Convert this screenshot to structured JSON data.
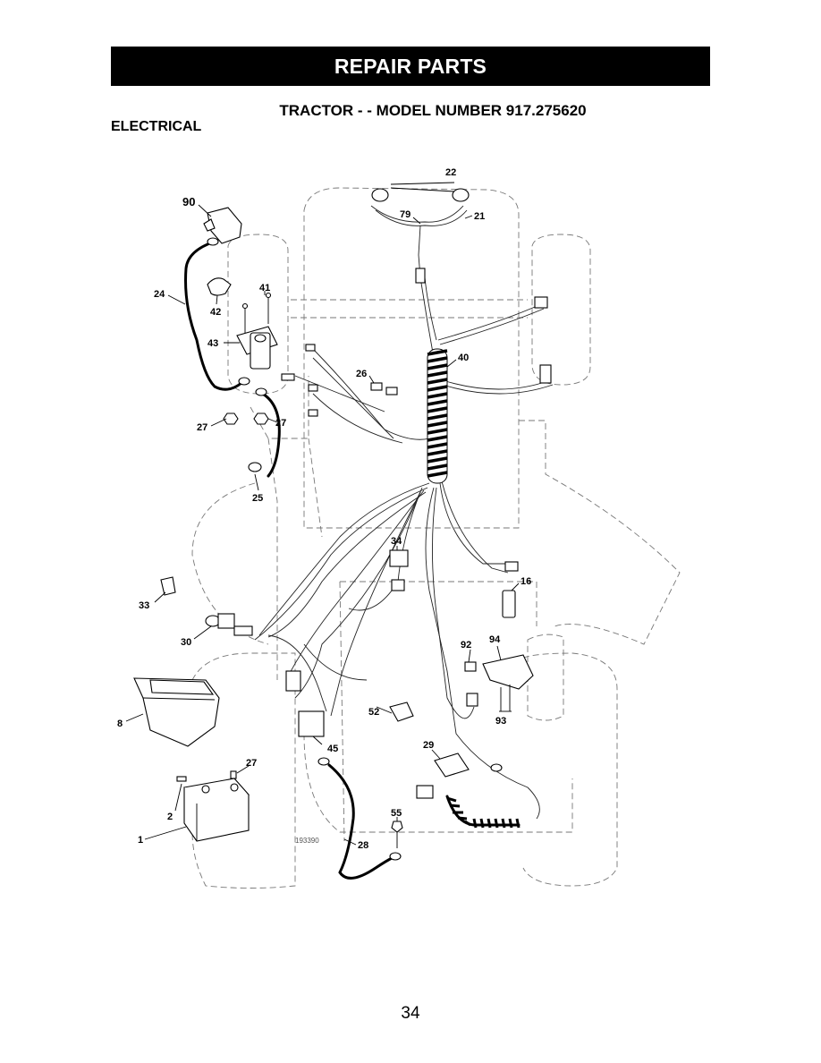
{
  "header": {
    "banner": "REPAIR PARTS",
    "title": "TRACTOR - - MODEL NUMBER 917.275620",
    "section": "ELECTRICAL"
  },
  "diagram": {
    "figure_number": "193390",
    "callouts": {
      "p90": "90",
      "p24": "24",
      "p42": "42",
      "p41": "41",
      "p43": "43",
      "p27a": "27",
      "p27b": "27",
      "p25": "25",
      "p22": "22",
      "p79": "79",
      "p21": "21",
      "p26": "26",
      "p40": "40",
      "p34": "34",
      "p16": "16",
      "p33": "33",
      "p30": "30",
      "p92": "92",
      "p94": "94",
      "p93": "93",
      "p8": "8",
      "p52": "52",
      "p45": "45",
      "p29": "29",
      "p27c": "27",
      "p2": "2",
      "p1": "1",
      "p55": "55",
      "p28": "28"
    }
  },
  "footer": {
    "page_number": "34"
  }
}
